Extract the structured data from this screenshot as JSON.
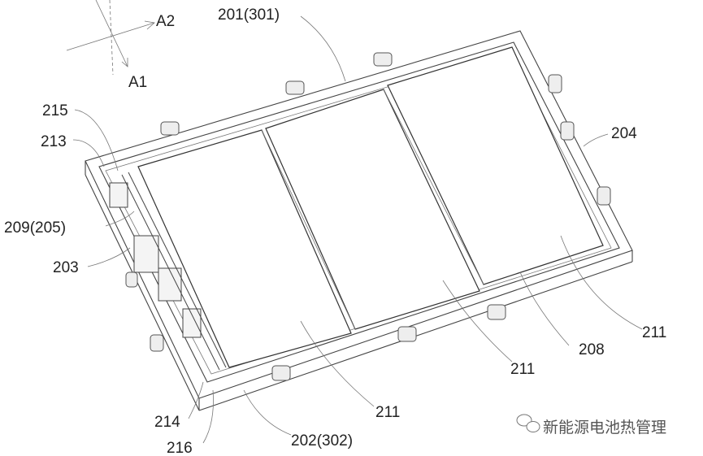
{
  "axes": {
    "a1": "A1",
    "a2": "A2"
  },
  "labels": {
    "l201": "201(301)",
    "l204": "204",
    "l215": "215",
    "l213": "213",
    "l209": "209(205)",
    "l203": "203",
    "l211a": "211",
    "l211b": "211",
    "l211c": "211",
    "l208": "208",
    "l214": "214",
    "l216": "216",
    "l202": "202(302)"
  },
  "watermark": {
    "text": "新能源电池热管理",
    "icon": "wechat-icon"
  }
}
